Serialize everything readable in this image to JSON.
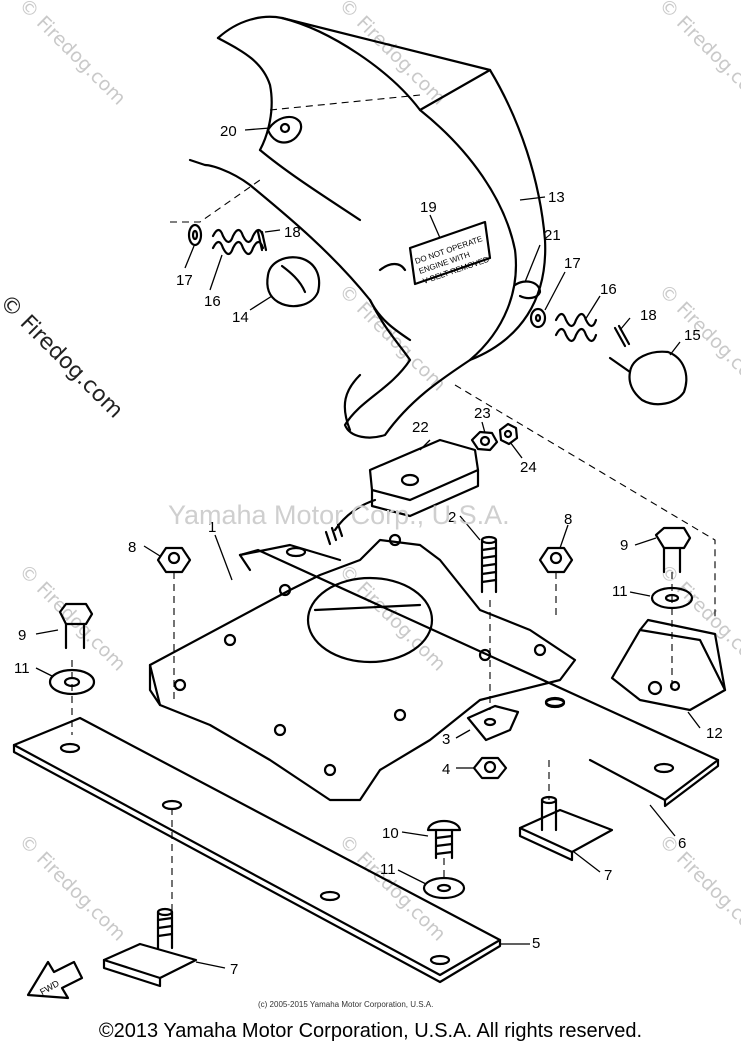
{
  "watermark": {
    "corner": "© Firedog.com",
    "side": "© Firedog.com",
    "center": "Yamaha Motor Corp., U.S.A."
  },
  "diagram": {
    "callouts": [
      {
        "id": "c20",
        "text": "20"
      },
      {
        "id": "c19",
        "text": "19"
      },
      {
        "id": "c13",
        "text": "13"
      },
      {
        "id": "c18a",
        "text": "18"
      },
      {
        "id": "c17a",
        "text": "17"
      },
      {
        "id": "c16a",
        "text": "16"
      },
      {
        "id": "c14",
        "text": "14"
      },
      {
        "id": "c21",
        "text": "21"
      },
      {
        "id": "c17b",
        "text": "17"
      },
      {
        "id": "c16b",
        "text": "16"
      },
      {
        "id": "c18b",
        "text": "18"
      },
      {
        "id": "c15",
        "text": "15"
      },
      {
        "id": "c23",
        "text": "23"
      },
      {
        "id": "c22",
        "text": "22"
      },
      {
        "id": "c24",
        "text": "24"
      },
      {
        "id": "c1",
        "text": "1"
      },
      {
        "id": "c2",
        "text": "2"
      },
      {
        "id": "c8a",
        "text": "8"
      },
      {
        "id": "c8b",
        "text": "8"
      },
      {
        "id": "c9a",
        "text": "9"
      },
      {
        "id": "c11a",
        "text": "11"
      },
      {
        "id": "c12",
        "text": "12"
      },
      {
        "id": "c9b",
        "text": "9"
      },
      {
        "id": "c11b",
        "text": "11"
      },
      {
        "id": "c3",
        "text": "3"
      },
      {
        "id": "c4",
        "text": "4"
      },
      {
        "id": "c6",
        "text": "6"
      },
      {
        "id": "c10",
        "text": "10"
      },
      {
        "id": "c11c",
        "text": "11"
      },
      {
        "id": "c7a",
        "text": "7"
      },
      {
        "id": "c5",
        "text": "5"
      },
      {
        "id": "c7b",
        "text": "7"
      }
    ],
    "label_plate": [
      "DO NOT OPERATE",
      "ENGINE WITH",
      "V-BELT REMOVED"
    ],
    "fwd_label": "FWD"
  },
  "footer": {
    "small_copyright": "(c) 2005-2015 Yamaha Motor Corporation, U.S.A.",
    "copyright": "©2013 Yamaha Motor Corporation, U.S.A. All rights reserved."
  }
}
